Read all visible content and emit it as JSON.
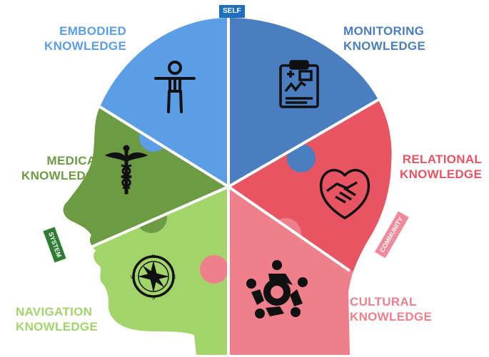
{
  "tags": {
    "self": "SELF",
    "system": "SYSTEM",
    "community": "COMMUNITY"
  },
  "segments": [
    {
      "id": "embodied",
      "line1": "EMBODIED",
      "line2": "KNOWLEDGE",
      "color": "#5b9ee6",
      "icon": "person-icon"
    },
    {
      "id": "monitoring",
      "line1": "MONITORING",
      "line2": "KNOWLEDGE",
      "color": "#4a7ec0",
      "icon": "clipboard-chart-icon"
    },
    {
      "id": "relational",
      "line1": "RELATIONAL",
      "line2": "KNOWLEDGE",
      "color": "#e85462",
      "icon": "heart-handshake-icon"
    },
    {
      "id": "cultural",
      "line1": "CULTURAL",
      "line2": "KNOWLEDGE",
      "color": "#ef7f8b",
      "icon": "people-circle-icon"
    },
    {
      "id": "navigation",
      "line1": "NAVIGATION",
      "line2": "KNOWLEDGE",
      "color": "#a3d46a",
      "icon": "compass-icon"
    },
    {
      "id": "medical",
      "line1": "MEDICAL",
      "line2": "KNOWLEDGE",
      "color": "#6d9b43",
      "icon": "caduceus-icon"
    }
  ],
  "colors": {
    "self_tag": "#1f6fc0",
    "system_tag": "#2e7d32",
    "community_tag": "#f2899a"
  }
}
